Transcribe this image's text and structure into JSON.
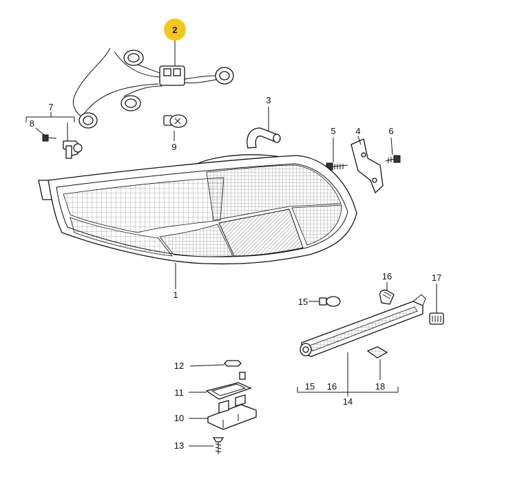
{
  "highlight_color": "#f2c81d",
  "labels": {
    "p1": "1",
    "p2": "2",
    "p3": "3",
    "p4": "4",
    "p5": "5",
    "p6": "6",
    "p7": "7",
    "p8": "8",
    "p9": "9",
    "p10": "10",
    "p11": "11",
    "p12": "12",
    "p13": "13",
    "p14": "14",
    "p15": "15",
    "p16": "16",
    "p17": "17",
    "p18": "18",
    "g15": "15",
    "g16": "16",
    "g18": "18"
  }
}
